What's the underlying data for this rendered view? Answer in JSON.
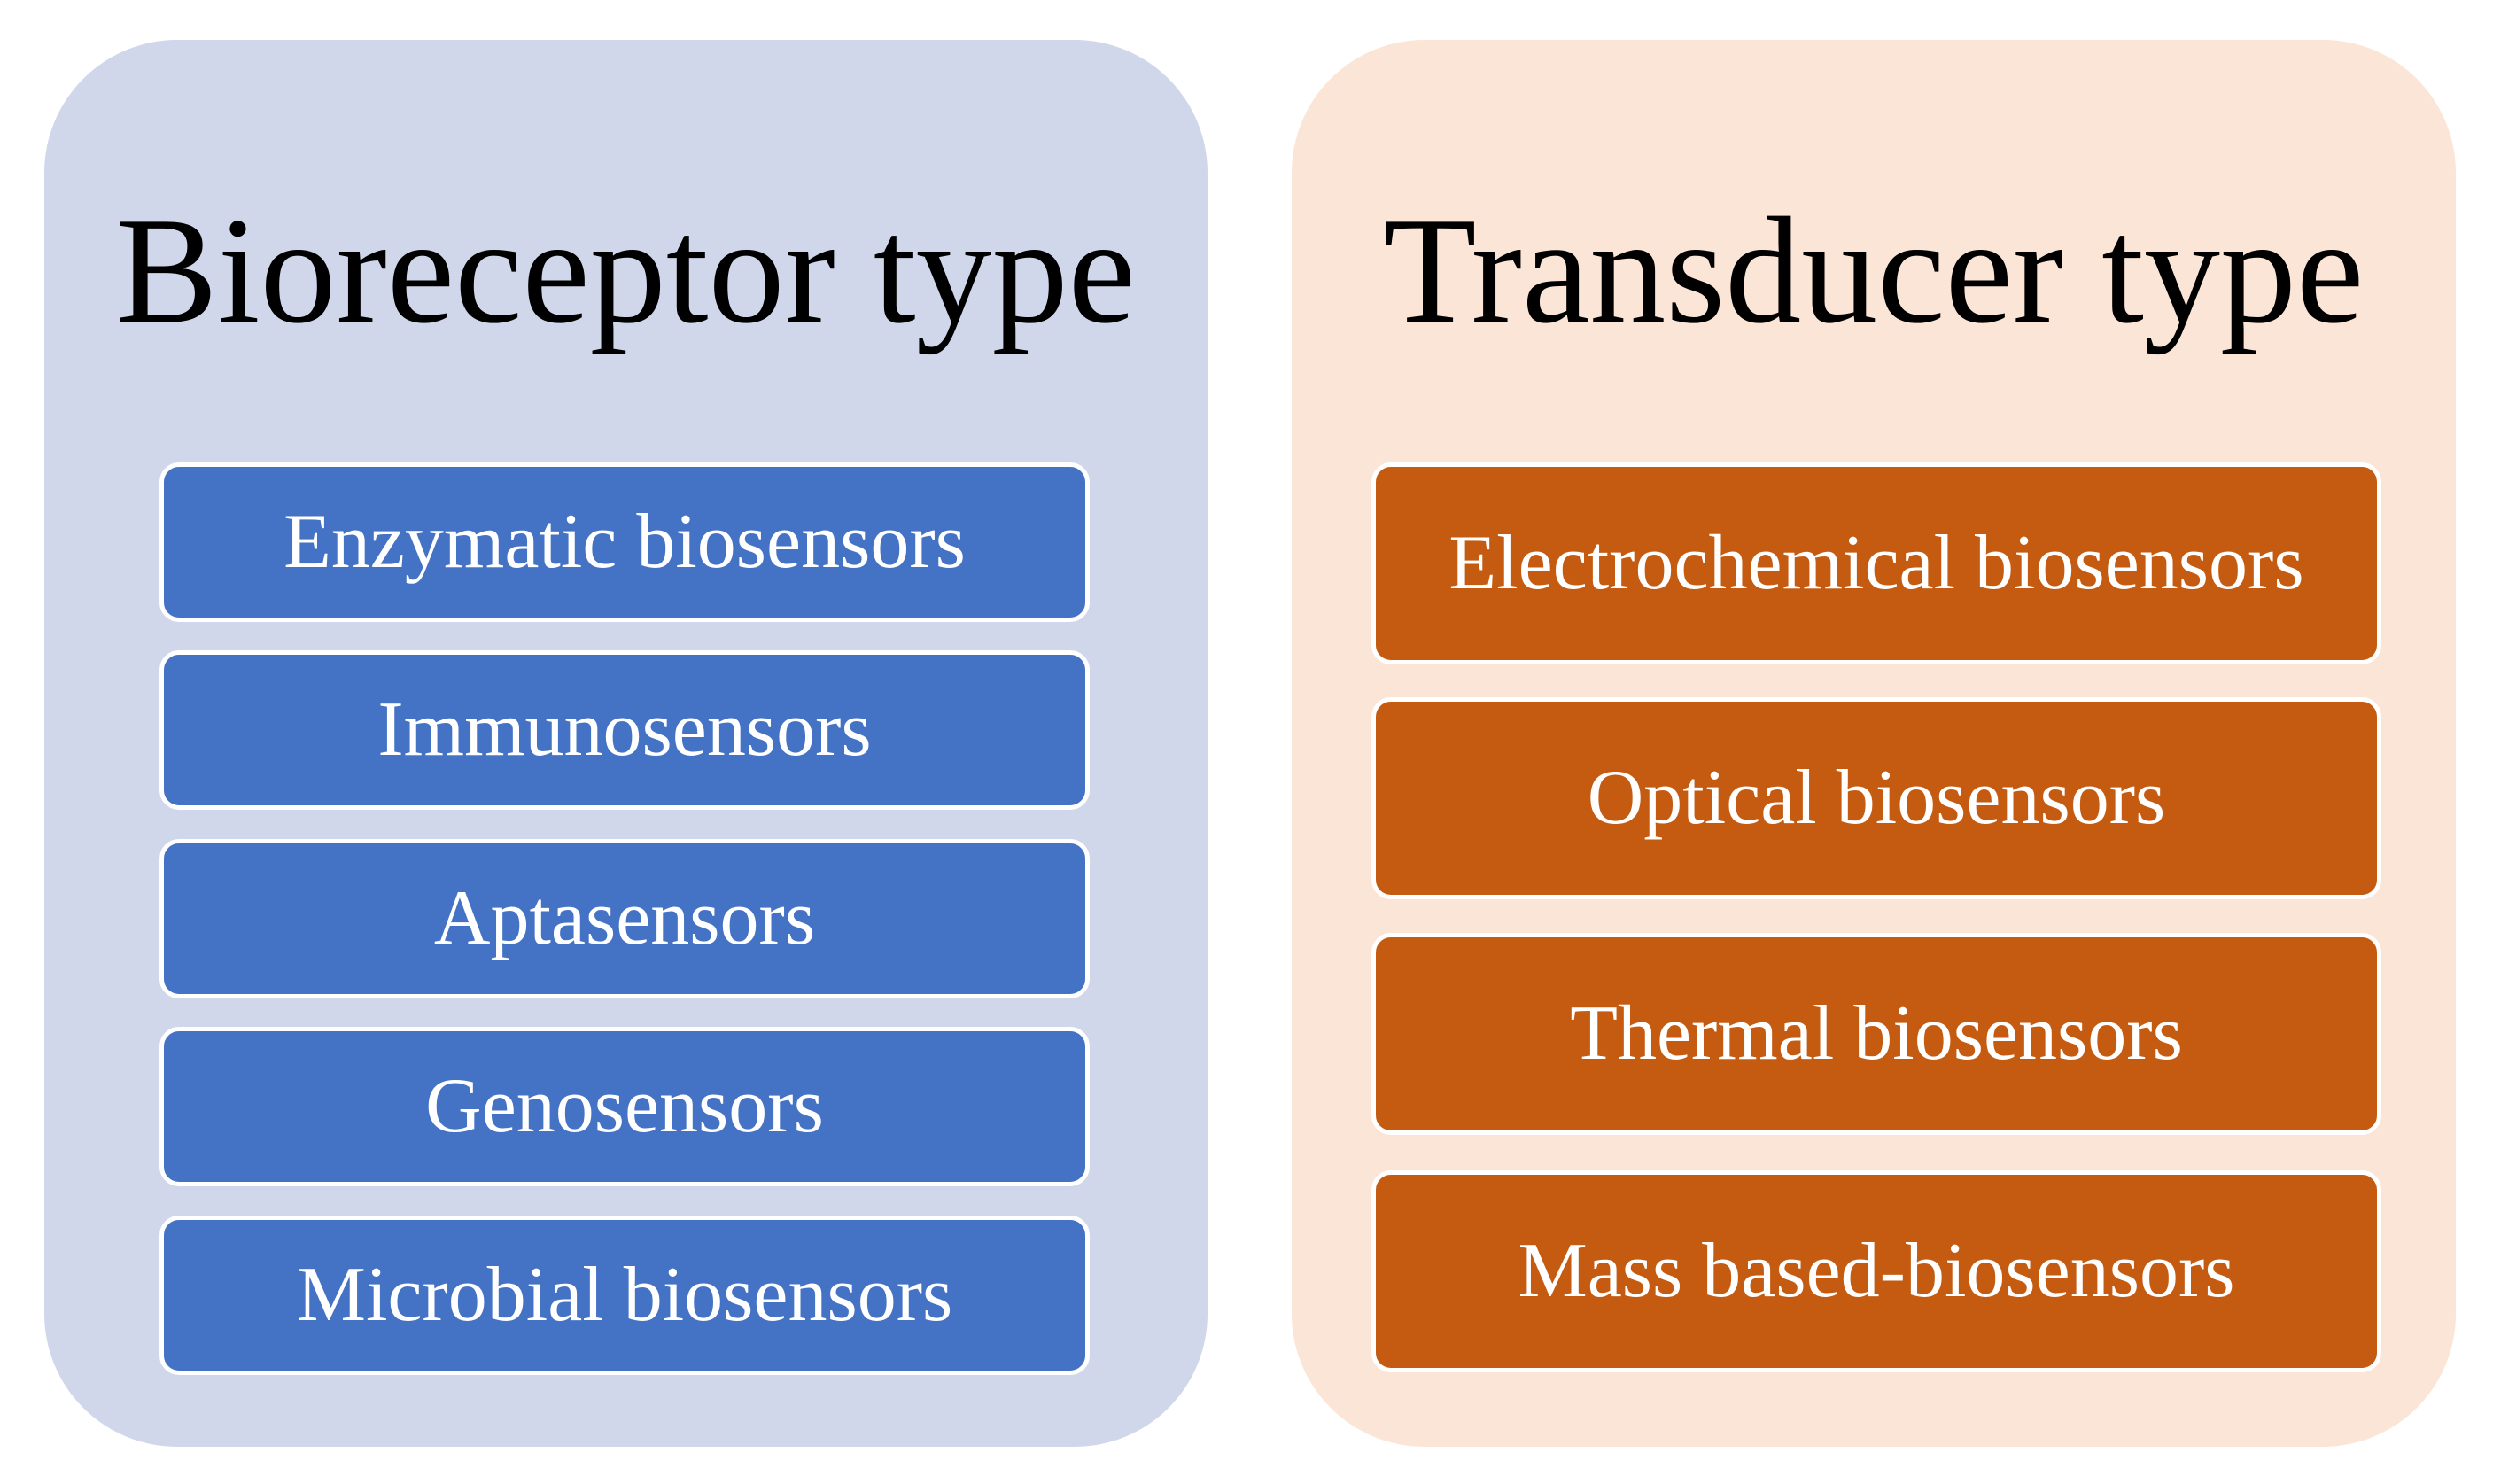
{
  "colors": {
    "left_panel": "#d0d7eb",
    "left_box": "#4472c4",
    "right_panel": "#fbe5d6",
    "right_box": "#c55a11"
  },
  "bioreceptor": {
    "title": "Bioreceptor type",
    "items": [
      "Enzymatic biosensors",
      "Immunosensors",
      "Aptasensors",
      "Genosensors",
      "Microbial biosensors"
    ]
  },
  "transducer": {
    "title": "Transducer type",
    "items": [
      "Electrochemical biosensors",
      "Optical biosensors",
      "Thermal biosensors",
      "Mass based-biosensors"
    ]
  }
}
